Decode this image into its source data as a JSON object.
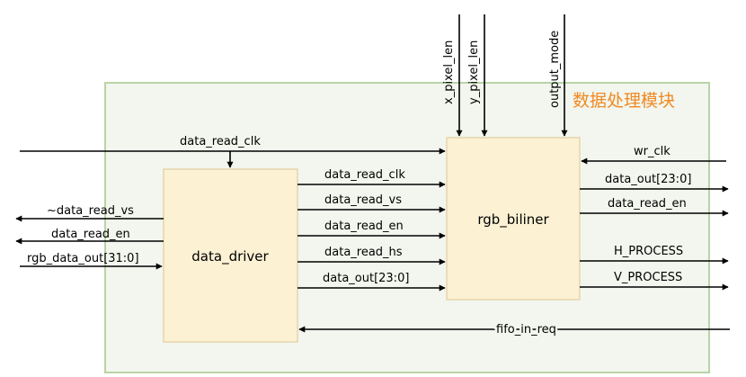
{
  "diagram": {
    "module_title": "数据处理模块",
    "blocks": {
      "driver": "data_driver",
      "biliner": "rgb_biliner"
    },
    "top_inputs": [
      "x_pixel_len",
      "y_pixel_len",
      "output_mode"
    ],
    "left_inputs": {
      "clk": "data_read_clk",
      "rgb_in": "rgb_data_out[31:0]"
    },
    "left_outputs": [
      "~data_read_vs",
      "data_read_en"
    ],
    "driver_to_biliner": [
      "data_read_clk",
      "data_read_vs",
      "data_read_en",
      "data_read_hs",
      "data_out[23:0]"
    ],
    "right_inputs": {
      "wr_clk": "wr_clk",
      "fifo": "fifo_in_req"
    },
    "right_outputs": [
      "data_out[23:0]",
      "data_read_en",
      "H_PROCESS",
      "V_PROCESS"
    ],
    "colors": {
      "module_fill": "#f2f6ee",
      "module_border": "#b9d3a6",
      "block_fill": "#fcf1d3",
      "block_border": "#dcc690",
      "title": "#f08a24"
    }
  }
}
